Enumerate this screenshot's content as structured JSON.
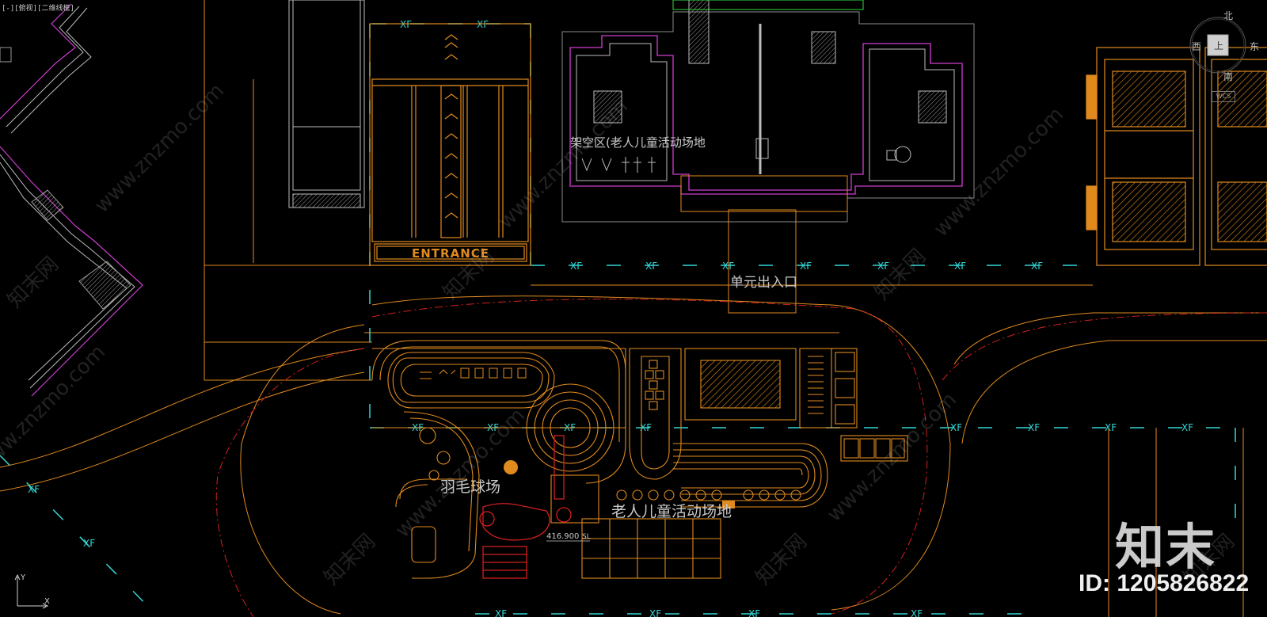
{
  "viewport": {
    "label": "[-][俯视][二维线框]"
  },
  "view_cube": {
    "north": "北",
    "south": "南",
    "east": "东",
    "west": "西",
    "top": "上",
    "wcs": "WCS"
  },
  "ucs": {
    "x": "X",
    "y": "Y"
  },
  "labels": {
    "entrance": "ENTRANCE",
    "overhead_area": "架空区(老人儿童活动场地",
    "unit_entrance": "单元出入口",
    "badminton": "羽毛球场",
    "elderly_children": "老人儿童活动场地",
    "elevation": "416.900",
    "elevation_suffix": "SL"
  },
  "fire_lane_mark": "XF",
  "watermark": {
    "site": "www.znzmo.com",
    "cn": "知末网",
    "brand": "知末",
    "id": "ID: 1205826822"
  },
  "colors": {
    "orange": "#e08a1e",
    "cyan": "#33d6d6",
    "magenta": "#d03cd0",
    "white": "#d8d8d8",
    "red": "#d02020",
    "grey": "#8a8a8a"
  }
}
